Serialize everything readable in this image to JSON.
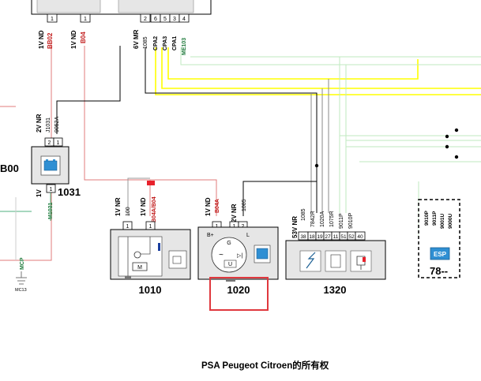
{
  "top_module": {
    "pins_left": [
      "1",
      "1"
    ],
    "pins_right": [
      "2",
      "6",
      "5",
      "3",
      "4"
    ],
    "labels": [
      "1V ND",
      "1V ND",
      "6V MR"
    ],
    "wire_codes": [
      "BB02",
      "B04",
      "1085",
      "CPA2",
      "CPA3",
      "CPA1",
      "ME103"
    ]
  },
  "module_1031": {
    "id": "1031",
    "side_label": "B00",
    "connector_label": "2V NR",
    "pins_top": [
      "2",
      "1"
    ],
    "wires_top": [
      "J1031",
      "9052A"
    ],
    "connector_bottom": "1V",
    "pin_bottom": "1",
    "wire_bottom": "M1031"
  },
  "module_1010": {
    "id": "1010",
    "left_label": "1V NR",
    "left_wire": "100",
    "right_label": "1V ND",
    "right_wire": "B04A/B04",
    "pins": [
      "1",
      "1"
    ]
  },
  "module_1020": {
    "id": "1020",
    "left_label": "1V ND",
    "left_wire": "B04A",
    "right_label": "2V NR",
    "right_wire": "1085",
    "pins": [
      "1",
      "1",
      "2"
    ],
    "terminal_b": "B+",
    "terminal_l": "L",
    "terminal_g": "G",
    "terminal_u": "U"
  },
  "module_1320": {
    "id": "1320",
    "connector": "53V NR",
    "pins": [
      "38",
      "18",
      "19",
      "27",
      "11",
      "51",
      "52",
      "40"
    ],
    "wires": [
      "1085",
      "7842R",
      "1020A",
      "1075R",
      "9011P",
      "9010P"
    ]
  },
  "esp_module": {
    "label": "ESP",
    "id": "78--",
    "wires": [
      "9010P",
      "9011P",
      "9001U",
      "9000U"
    ]
  },
  "mcp": {
    "label": "MCP",
    "ground": "MC13"
  },
  "highlight": {
    "target": "1020"
  },
  "footer": {
    "text": "PSA Peugeot Citroen的所有权"
  },
  "colors": {
    "red_wire": "#e07b7b",
    "red_connector": "#e8212b",
    "green_wire": "#8fdc8f",
    "yellow_wire": "#ffff00",
    "black_wire": "#000000",
    "gray_wire": "#8a8a8a",
    "highlight_box": "#e0383e",
    "module_fill": "#e6e6e6",
    "esp_fill": "#2f8fd3"
  }
}
